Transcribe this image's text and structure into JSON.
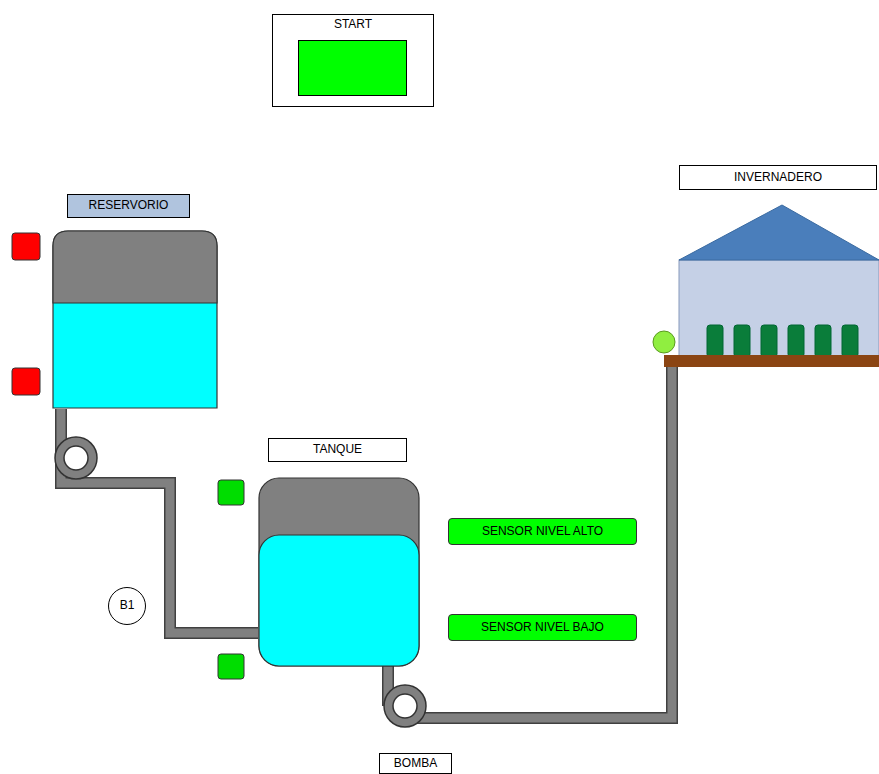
{
  "diagram": {
    "nodes": [
      {
        "text": [
          "START"
        ]
      },
      {
        "text": [
          "RESERVORIO"
        ]
      },
      {
        "text": [
          "TANQUE"
        ]
      },
      {
        "text": [
          "SENSOR NIVEL ALTO"
        ]
      },
      {
        "text": [
          "SENSOR NIVEL BAJO"
        ]
      },
      {
        "text": [
          "B1"
        ]
      },
      {
        "text": [
          "INVERNADERO"
        ]
      },
      {
        "text": [
          "BOMBA"
        ]
      }
    ],
    "edges": [
      {
        "from": 1,
        "to": 2,
        "arrow": "none"
      },
      {
        "from": 2,
        "to": 7,
        "arrow": "none"
      },
      {
        "from": 7,
        "to": 6,
        "arrow": "none"
      }
    ]
  }
}
